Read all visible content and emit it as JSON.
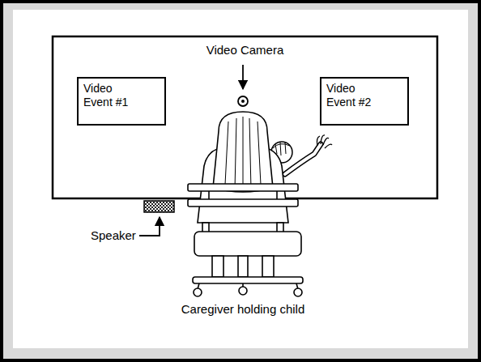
{
  "diagram": {
    "nodes": [
      {
        "text": [
          "Video Camera"
        ]
      },
      {
        "text": [
          "Video Event #1"
        ],
        "in": 0
      },
      {
        "text": [
          "Video Event #2"
        ],
        "in": 0
      }
    ],
    "labels": [
      "Speaker",
      "Caregiver holding child"
    ]
  }
}
